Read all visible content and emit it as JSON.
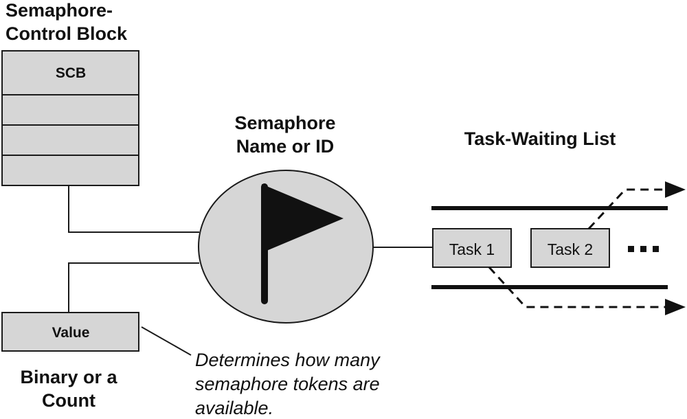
{
  "scb": {
    "title_line1": "Semaphore-",
    "title_line2": "Control Block",
    "header": "SCB"
  },
  "semaphore": {
    "title_line1": "Semaphore",
    "title_line2": "Name or ID",
    "icon": "flag-icon"
  },
  "waiting_list": {
    "title": "Task-Waiting List",
    "tasks": [
      "Task 1",
      "Task 2"
    ],
    "ellipsis": "▪▪▪"
  },
  "value_box": {
    "label": "Value",
    "caption_line1": "Binary or a",
    "caption_line2": "Count"
  },
  "note": {
    "line1": "Determines how many",
    "line2": "semaphore tokens are",
    "line3": "available."
  },
  "colors": {
    "box_fill": "#d6d6d6",
    "stroke": "#1a1a1a",
    "ink": "#111111"
  }
}
